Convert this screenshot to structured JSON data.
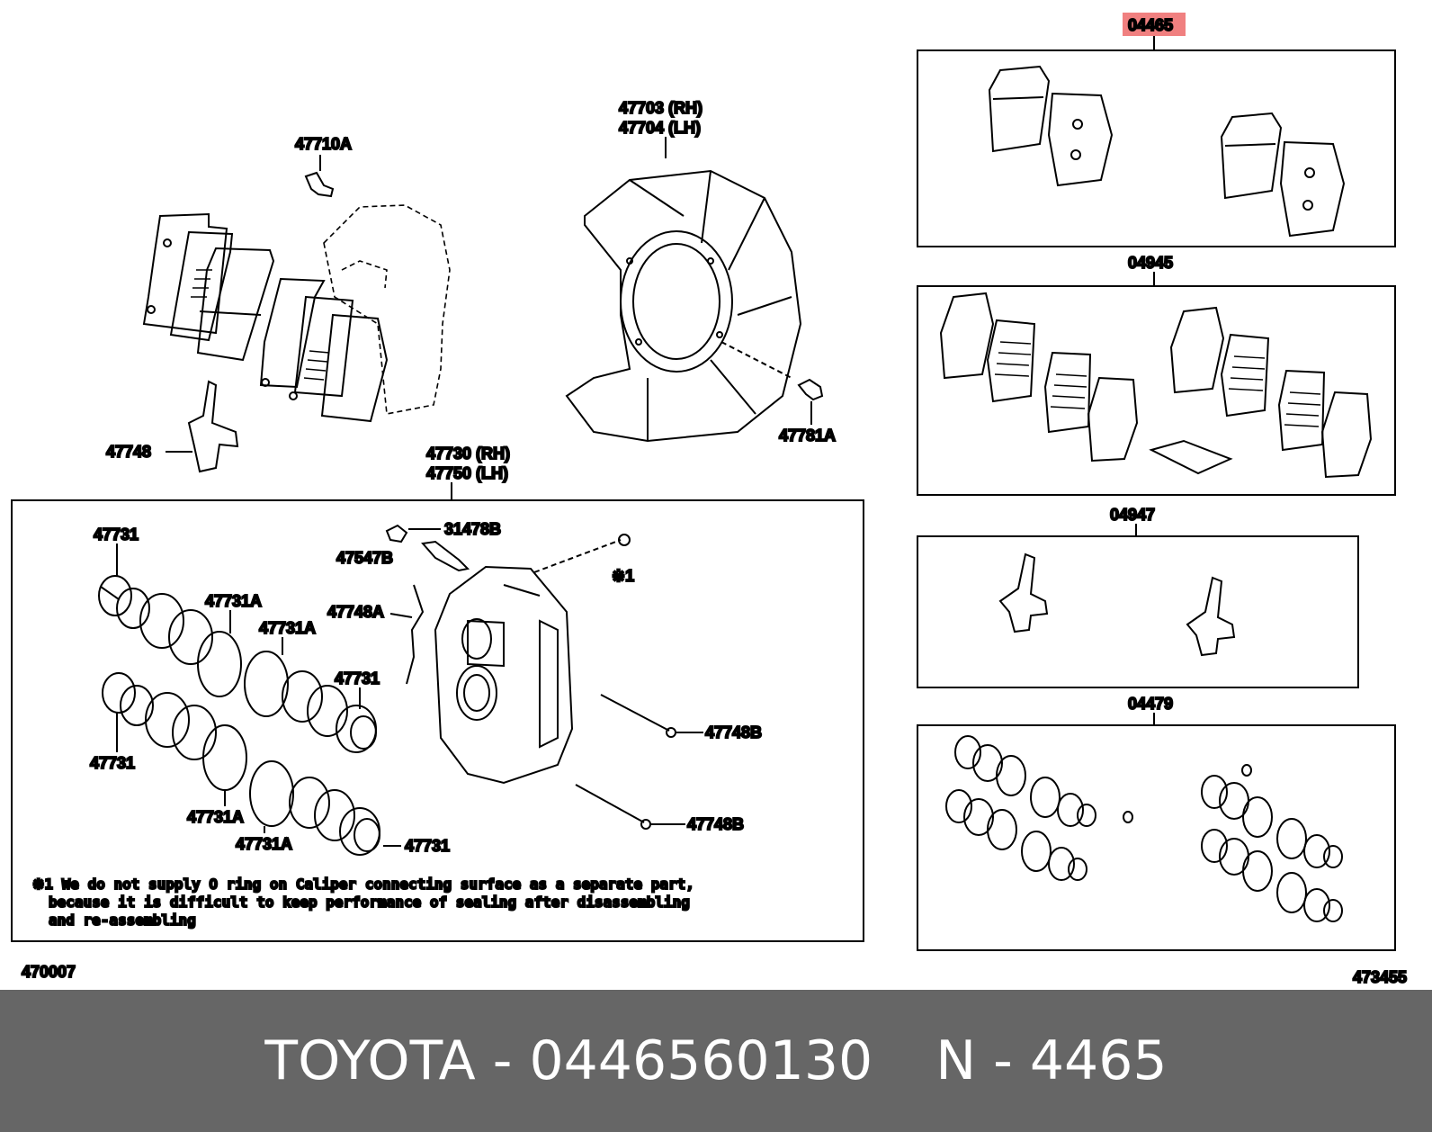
{
  "diagram": {
    "labels": {
      "p47710A": "47710A",
      "p47703": "47703 (RH)",
      "p47704": "47704 (LH)",
      "p47748": "47748",
      "p47781A": "47781A",
      "p47730": "47730 (RH)",
      "p47750": "47750 (LH)",
      "p31478B": "31478B",
      "p47547B": "47547B",
      "p47748A": "47748A",
      "p47731_1": "47731",
      "p47731A_1": "47731A",
      "p47731A_2": "47731A",
      "p47731_2": "47731",
      "p47731_3": "47731",
      "p47731A_3": "47731A",
      "p47731A_4": "47731A",
      "p47731_4": "47731",
      "p47748B_1": "47748B",
      "p47748B_2": "47748B",
      "mark1": "※1",
      "kit04465": "04465",
      "kit04945": "04945",
      "kit04947": "04947",
      "kit04479": "04479",
      "refLeft": "470007",
      "refRight": "473455"
    },
    "note": [
      "※1 We do not supply O ring on Caliper connecting surface as a separate part,",
      "because it is difficult to keep performance of sealing after disassembling",
      "and re-assembling"
    ],
    "highlight_color": "#f08080"
  },
  "footer": {
    "part": "TOYOTA - 0446560130",
    "code": "N - 4465"
  }
}
